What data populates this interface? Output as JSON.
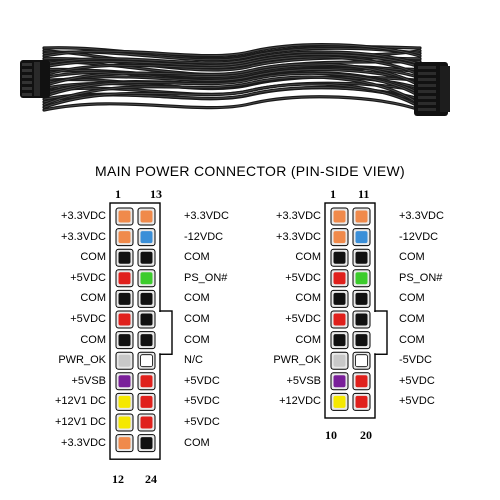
{
  "title": "MAIN POWER CONNECTOR  (PIN-SIDE VIEW)",
  "colors": {
    "orange": "#f08a4b",
    "blue": "#3a8fd8",
    "black": "#111111",
    "red": "#e0201c",
    "green": "#3ccc2c",
    "gray": "#c8c8c8",
    "purple": "#7a1f9a",
    "yellow": "#f5e800",
    "white": "#ffffff",
    "cable": "#1a1a1a"
  },
  "connector24": {
    "top_left_num": "1",
    "top_right_num": "13",
    "bottom_left_num": "12",
    "bottom_right_num": "24",
    "left_labels": [
      "+3.3VDC",
      "+3.3VDC",
      "COM",
      "+5VDC",
      "COM",
      "+5VDC",
      "COM",
      "PWR_OK",
      "+5VSB",
      "+12V1 DC",
      "+12V1 DC",
      "+3.3VDC"
    ],
    "right_labels": [
      "+3.3VDC",
      "-12VDC",
      "COM",
      "PS_ON#",
      "COM",
      "COM",
      "COM",
      "N/C",
      "+5VDC",
      "+5VDC",
      "+5VDC",
      "COM"
    ],
    "left_pins": [
      "orange",
      "orange",
      "black",
      "red",
      "black",
      "red",
      "black",
      "gray",
      "purple",
      "yellow",
      "yellow",
      "orange"
    ],
    "right_pins": [
      "orange",
      "blue",
      "black",
      "green",
      "black",
      "black",
      "black",
      "white",
      "red",
      "red",
      "red",
      "black"
    ]
  },
  "connector20": {
    "top_left_num": "1",
    "top_right_num": "11",
    "bottom_left_num": "10",
    "bottom_right_num": "20",
    "left_labels": [
      "+3.3VDC",
      "+3.3VDC",
      "COM",
      "+5VDC",
      "COM",
      "+5VDC",
      "COM",
      "PWR_OK",
      "+5VSB",
      "+12VDC"
    ],
    "right_labels": [
      "+3.3VDC",
      "-12VDC",
      "COM",
      "PS_ON#",
      "COM",
      "COM",
      "COM",
      "-5VDC",
      "+5VDC",
      "+5VDC"
    ],
    "left_pins": [
      "orange",
      "orange",
      "black",
      "red",
      "black",
      "red",
      "black",
      "gray",
      "purple",
      "yellow"
    ],
    "right_pins": [
      "orange",
      "blue",
      "black",
      "green",
      "black",
      "black",
      "black",
      "white",
      "red",
      "red"
    ]
  }
}
